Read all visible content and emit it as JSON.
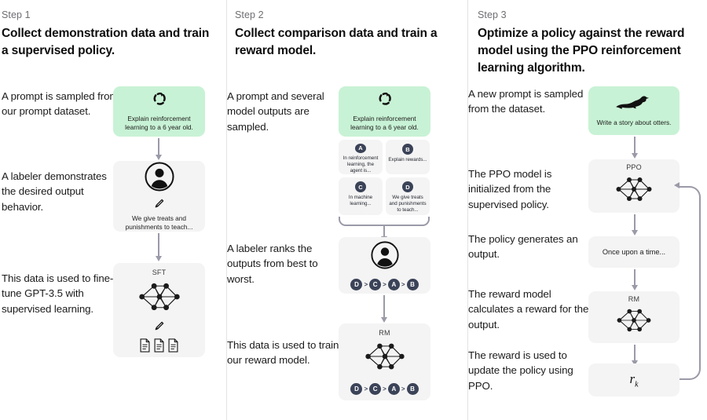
{
  "diagram": {
    "title": "RLHF three-step training diagram",
    "accent_green": "#c8f2d5",
    "box_gray": "#f4f4f4",
    "arrow_gray": "#9a9aa8",
    "badge_navy": "#3b4358"
  },
  "steps": [
    {
      "label": "Step 1",
      "title": "Collect demonstration data and train a supervised policy.",
      "narratives": [
        "A prompt is sampled from our prompt dataset.",
        "A labeler demonstrates the desired output behavior.",
        "This data is used to fine-tune GPT-3.5 with supervised learning."
      ],
      "boxes": [
        {
          "kind": "prompt-green",
          "icon": "sparkle-circle-icon",
          "text": "Explain reinforcement learning to a 6 year old."
        },
        {
          "kind": "labeler",
          "icon": "person-circle-icon",
          "sub_icon": "pencil-icon",
          "text": "We give treats and punishments to teach..."
        },
        {
          "kind": "model",
          "caption": "SFT",
          "icon": "neural-network-icon",
          "sub_icon": "pencil-icon",
          "docs": 3
        }
      ]
    },
    {
      "label": "Step 2",
      "title": "Collect comparison data and train a reward model.",
      "narratives": [
        "A prompt and several model outputs are sampled.",
        "A labeler ranks the outputs from best to worst.",
        "This data is used to train our reward model."
      ],
      "boxes": [
        {
          "kind": "prompt-green",
          "icon": "sparkle-circle-icon",
          "text": "Explain reinforcement learning to a 6 year old."
        },
        {
          "kind": "labeler-rank",
          "icon": "person-circle-icon"
        },
        {
          "kind": "model-rank",
          "caption": "RM",
          "icon": "neural-network-icon"
        }
      ],
      "cards": [
        {
          "badge": "A",
          "text": "In reinforcement learning, the agent is..."
        },
        {
          "badge": "B",
          "text": "Explain rewards..."
        },
        {
          "badge": "C",
          "text": "In machine learning..."
        },
        {
          "badge": "D",
          "text": "We give treats and punishments to teach..."
        }
      ],
      "ranking": [
        "D",
        "C",
        "A",
        "B"
      ],
      "ranking_separator": ">"
    },
    {
      "label": "Step 3",
      "title": "Optimize a policy against the reward model using the PPO reinforcement learning algorithm.",
      "narratives": [
        "A new prompt is sampled from the dataset.",
        "The PPO model is initialized from the supervised policy.",
        "The policy generates an output.",
        "The reward model calculates a reward for the output.",
        "The reward is used to update the policy using PPO."
      ],
      "boxes": [
        {
          "kind": "prompt-green",
          "icon": "otter-icon",
          "text": "Write a story about otters."
        },
        {
          "kind": "model",
          "caption": "PPO",
          "icon": "neural-network-icon"
        },
        {
          "kind": "output",
          "text": "Once upon a time..."
        },
        {
          "kind": "model",
          "caption": "RM",
          "icon": "neural-network-icon"
        },
        {
          "kind": "reward",
          "text": "r",
          "subscript": "k"
        }
      ]
    }
  ]
}
